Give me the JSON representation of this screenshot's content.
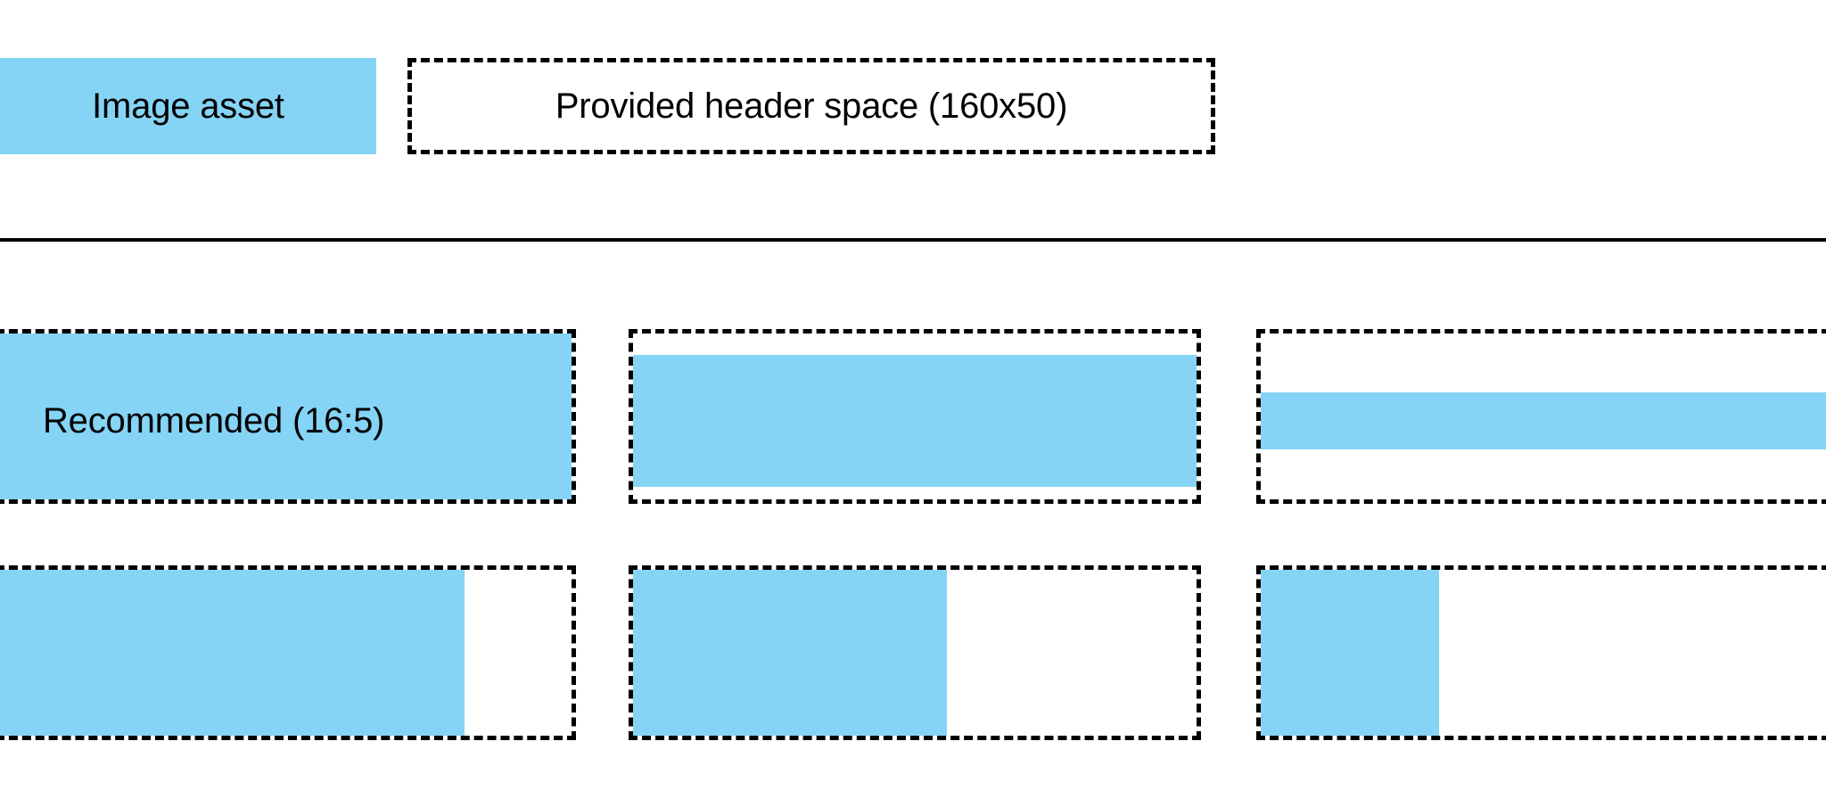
{
  "page": {
    "background": "#ffffff",
    "accent_blue": "#85D4F5",
    "outline_color": "#000000"
  },
  "legend": {
    "image_asset_label": "Image asset",
    "header_space_label": "Provided header space (160x50)"
  },
  "examples": {
    "recommended_label": "Recommended (16:5)",
    "rows": [
      {
        "name": "row-recommended",
        "cells": [
          {
            "name": "cell-recommended-fill",
            "caption": "Recommended (16:5)"
          },
          {
            "name": "cell-letterboxed",
            "caption": ""
          },
          {
            "name": "cell-thin-band",
            "caption": ""
          }
        ]
      },
      {
        "name": "row-pillarboxed",
        "cells": [
          {
            "name": "cell-wide-crop",
            "caption": ""
          },
          {
            "name": "cell-medium-crop",
            "caption": ""
          },
          {
            "name": "cell-narrow-crop",
            "caption": ""
          }
        ]
      }
    ]
  }
}
